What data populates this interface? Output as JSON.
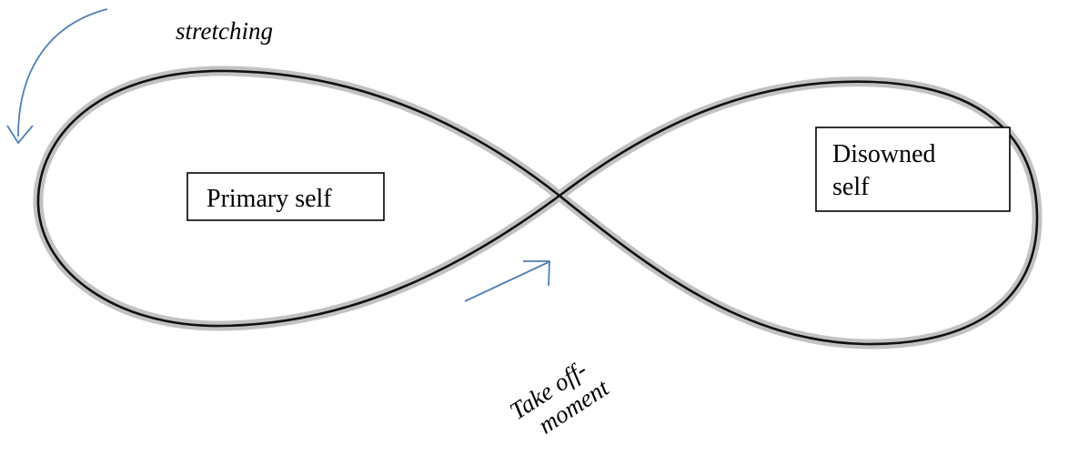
{
  "diagram": {
    "labels": {
      "stretching": "stretching",
      "primary_self": "Primary self",
      "disowned_self_line1": "Disowned",
      "disowned_self_line2": "self",
      "take_off_line1": "Take off-",
      "take_off_line2": "moment"
    },
    "colors": {
      "band_fill": "#c2c2c2",
      "band_edge": "#111111",
      "arrow": "#4f7fb5",
      "text": "#000000"
    }
  }
}
